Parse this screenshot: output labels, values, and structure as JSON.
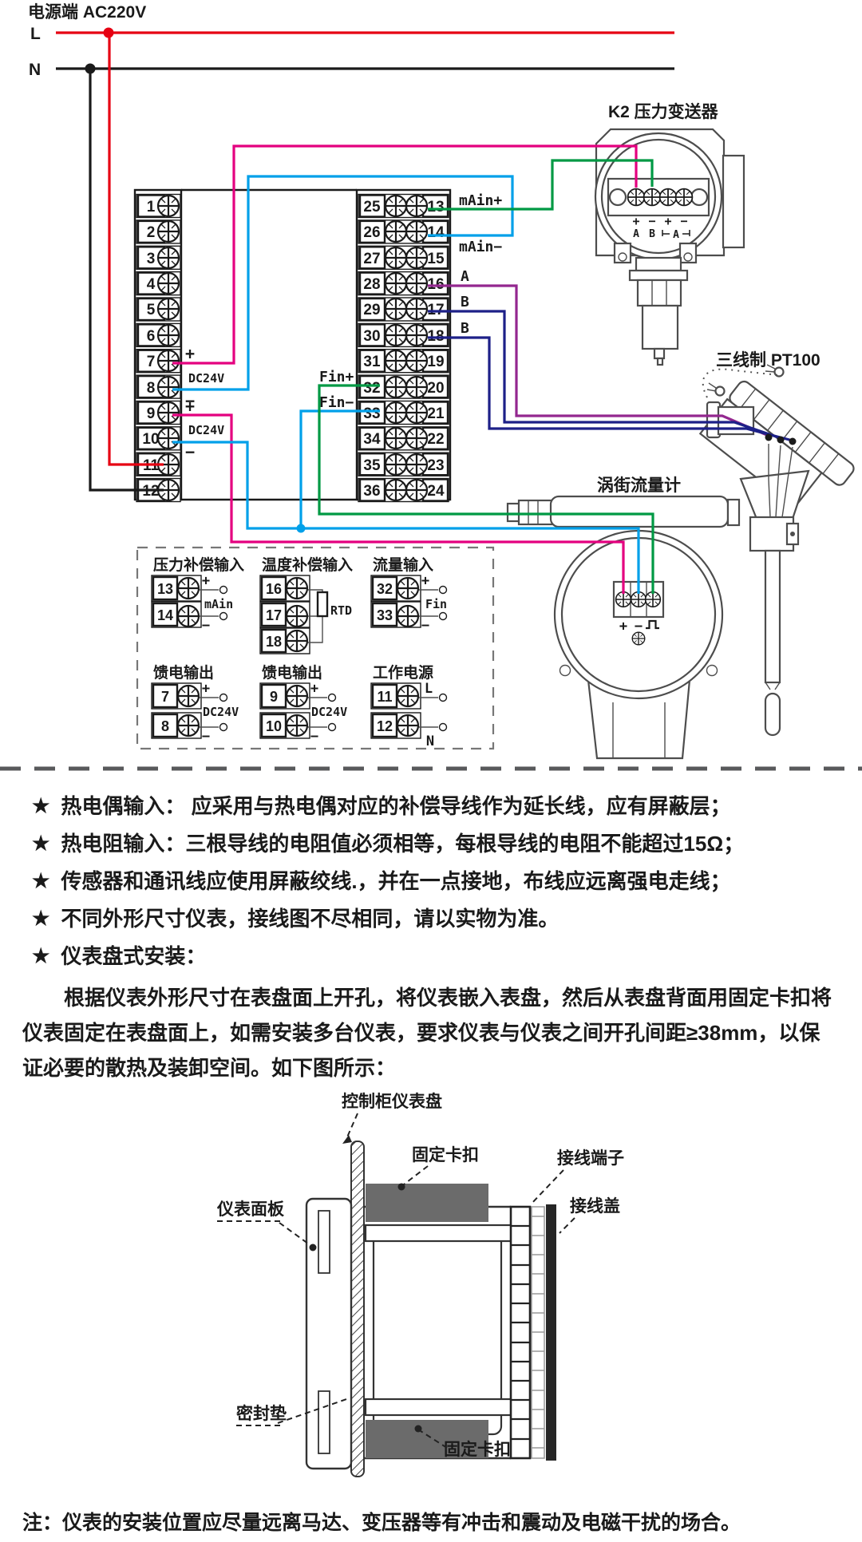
{
  "power": {
    "title": "电源端 AC220V",
    "l_label": "L",
    "n_label": "N"
  },
  "left_block": {
    "numbers": [
      "1",
      "2",
      "3",
      "4",
      "5",
      "6",
      "7",
      "8",
      "9",
      "10",
      "11",
      "12"
    ],
    "dc24v_1": {
      "plus": "+",
      "label": "DC24V",
      "minus": "−"
    },
    "dc24v_2": {
      "plus": "+",
      "label": "DC24V",
      "minus": "−"
    }
  },
  "mid_block": {
    "left_numbers": [
      "25",
      "26",
      "27",
      "28",
      "29",
      "30",
      "31",
      "32",
      "33",
      "34",
      "35",
      "36"
    ],
    "right_numbers": [
      "13",
      "14",
      "15",
      "16",
      "17",
      "18",
      "19",
      "20",
      "21",
      "22",
      "23",
      "24"
    ],
    "labels": {
      "main_plus": "mAin+",
      "main_minus": "mAin−",
      "a": "A",
      "b1": "B",
      "b2": "B",
      "fin_plus": "Fin+",
      "fin_minus": "Fin−"
    }
  },
  "k2": {
    "title": "K2 压力变送器",
    "signs": [
      "+",
      "−",
      "+",
      "−"
    ],
    "letters": [
      "A",
      "B",
      "A"
    ]
  },
  "pt100": {
    "title": "三线制 PT100"
  },
  "vortex": {
    "title": "涡街流量计",
    "signs": {
      "plus": "+",
      "minus": "−"
    }
  },
  "subpanels": {
    "pressure": {
      "title": "压力补偿输入",
      "rows": [
        "13",
        "14"
      ],
      "plus": "+",
      "minus": "−",
      "label": "mAin"
    },
    "temperature": {
      "title": "温度补偿输入",
      "rows": [
        "16",
        "17",
        "18"
      ],
      "label": "RTD"
    },
    "flow": {
      "title": "流量输入",
      "rows": [
        "32",
        "33"
      ],
      "plus": "+",
      "minus": "−",
      "label": "Fin"
    },
    "feed1": {
      "title": "馈电输出",
      "rows": [
        "7",
        "8"
      ],
      "plus": "+",
      "minus": "−",
      "label": "DC24V"
    },
    "feed2": {
      "title": "馈电输出",
      "rows": [
        "9",
        "10"
      ],
      "plus": "+",
      "minus": "−",
      "label": "DC24V"
    },
    "work_power": {
      "title": "工作电源",
      "rows": [
        "11",
        "12"
      ],
      "l": "L",
      "n": "N"
    }
  },
  "notes": {
    "star": "★",
    "bullets": [
      "热电偶输入： 应采用与热电偶对应的补偿导线作为延长线，应有屏蔽层；",
      "热电阻输入：三根导线的电阻值必须相等，每根导线的电阻不能超过15Ω；",
      "传感器和通讯线应使用屏蔽绞线.，并在一点接地，布线应远离强电走线；",
      "不同外形尺寸仪表，接线图不尽相同，请以实物为准。",
      "仪表盘式安装："
    ],
    "paragraph": "根据仪表外形尺寸在表盘面上开孔，将仪表嵌入表盘，然后从表盘背面用固定卡扣将仪表固定在表盘面上，如需安装多台仪表，要求仪表与仪表之间开孔间距≥38mm，以保证必要的散热及装卸空间。如下图所示："
  },
  "mounting": {
    "panel": "控制柜仪表盘",
    "clip_top": "固定卡扣",
    "terminal": "接线端子",
    "cover": "接线盖",
    "front_panel": "仪表面板",
    "gasket": "密封垫",
    "clip_bottom": "固定卡扣"
  },
  "footer_note": "注：仪表的安装位置应尽量远离马达、变压器等有冲击和震动及电磁干扰的场合。",
  "colors": {
    "live": "#e60012",
    "neutral": "#1a1a1a",
    "loop_pink": "#e4007f",
    "loop_blue": "#00a0e9",
    "loop_green": "#009944",
    "rs485_a": "#93278f",
    "rs485_b": "#1d2088",
    "line_art": "#4d4d4d",
    "clip_gray": "#6b6b6b"
  }
}
